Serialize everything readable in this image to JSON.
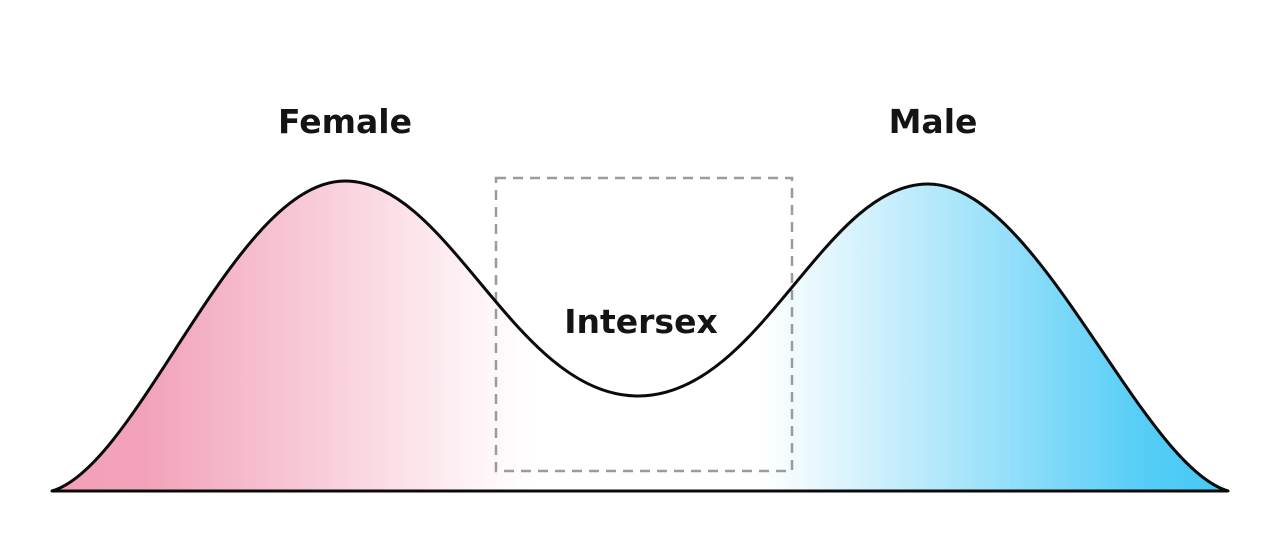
{
  "diagram": {
    "labels": {
      "female": "Female",
      "male": "Male",
      "intersex": "Intersex"
    },
    "colors": {
      "female_fill": "#F2A0B7",
      "male_fill": "#44C8F5",
      "curve_stroke": "#0A0A0A",
      "dashed_box": "#9B9B9B",
      "text": "#141414",
      "background": "#FFFFFF"
    }
  }
}
